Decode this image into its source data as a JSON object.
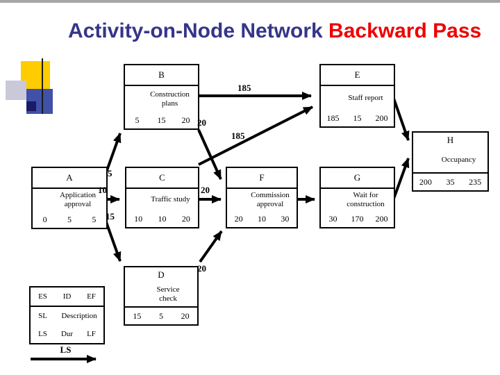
{
  "title": {
    "main": "Activity-on-Node Network",
    "accent": "Backward Pass"
  },
  "nodes": {
    "a": {
      "id": "A",
      "desc": "Application approval",
      "nums": [
        "0",
        "5",
        "5"
      ]
    },
    "b": {
      "id": "B",
      "desc": "Construction plans",
      "nums": [
        "5",
        "15",
        "20"
      ]
    },
    "c": {
      "id": "C",
      "desc": "Traffic study",
      "nums": [
        "10",
        "10",
        "20"
      ]
    },
    "d": {
      "id": "D",
      "desc": "Service check",
      "nums": [
        "15",
        "5",
        "20"
      ]
    },
    "e": {
      "id": "E",
      "desc": "Staff report",
      "nums": [
        "185",
        "15",
        "200"
      ]
    },
    "f": {
      "id": "F",
      "desc": "Commission approval",
      "nums": [
        "20",
        "10",
        "30"
      ]
    },
    "g": {
      "id": "G",
      "desc": "Wait for construction",
      "nums": [
        "30",
        "170",
        "200"
      ]
    },
    "h": {
      "id": "H",
      "desc": "Occupancy",
      "nums": [
        "200",
        "35",
        "235"
      ]
    }
  },
  "edge_labels": {
    "b_e": "185",
    "b_f": "20",
    "c_e": "185",
    "a_b": "5",
    "a_c": "10",
    "a_d": "15",
    "c_f": "20",
    "d_f": "20"
  },
  "legend": {
    "r1": [
      "ES",
      "ID",
      "EF"
    ],
    "r2": [
      "SL",
      "Description"
    ],
    "r3": [
      "LS",
      "Dur",
      "LF"
    ],
    "axis": "LS"
  },
  "colors": {
    "title_main": "#35358A",
    "title_accent": "#EE0000",
    "accent_yellow": "#FFCC00",
    "accent_blue": "#3F51A8",
    "accent_silver": "#C9C9DA",
    "accent_navy": "#1A1A66",
    "line_gray": "#A6A6A6"
  }
}
